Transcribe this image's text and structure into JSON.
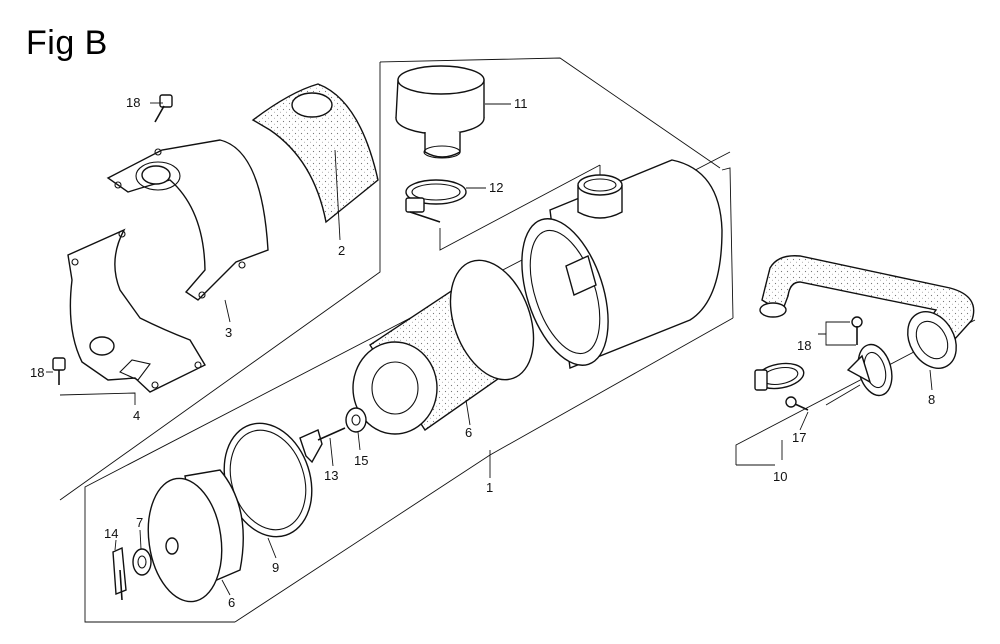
{
  "figure": {
    "title": "Fig B"
  },
  "callouts": {
    "c1": "1",
    "c2": "2",
    "c3": "3",
    "c4": "4",
    "c6a": "6",
    "c6b": "6",
    "c7": "7",
    "c8": "8",
    "c9": "9",
    "c10": "10",
    "c11": "11",
    "c12": "12",
    "c13": "13",
    "c14": "14",
    "c15": "15",
    "c17": "17",
    "c18a": "18",
    "c18b": "18",
    "c18c": "18"
  }
}
